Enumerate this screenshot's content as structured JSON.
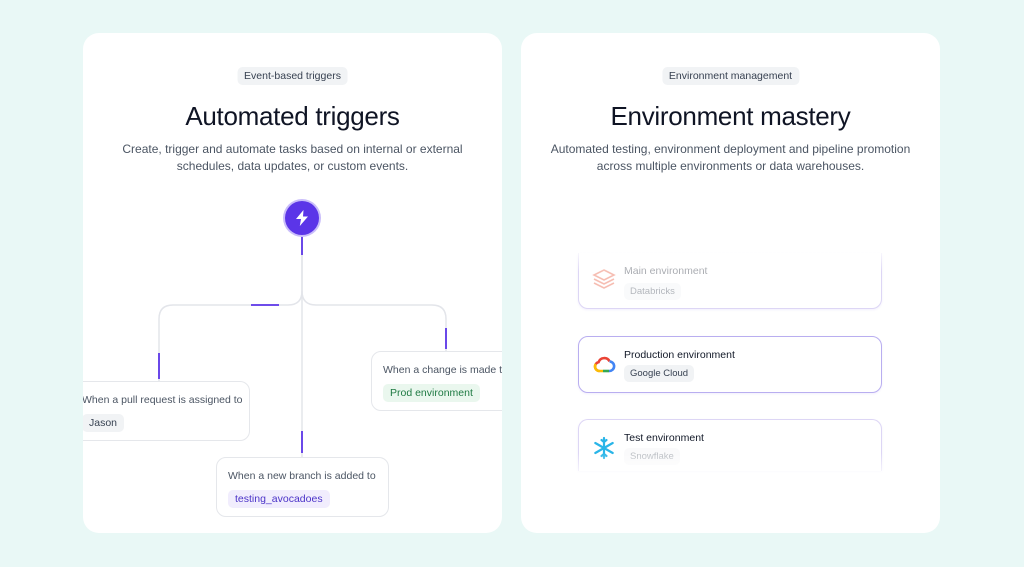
{
  "left_card": {
    "pill": "Event-based triggers",
    "title": "Automated triggers",
    "description_line1": "Create, trigger and automate tasks based on internal or external",
    "description_line2": "schedules, data updates, or custom events.",
    "trigger_icon": "lightning-bolt-icon",
    "nodes": {
      "pull_request": {
        "label": "When a pull request is assigned to",
        "tag": "Jason"
      },
      "change": {
        "label": "When a change is made to",
        "tag": "Prod environment"
      },
      "branch": {
        "label": "When a new branch is added to",
        "tag": "testing_avocadoes"
      }
    }
  },
  "right_card": {
    "pill": "Environment management",
    "title": "Environment mastery",
    "description_line1": "Automated testing, environment deployment and pipeline promotion",
    "description_line2": "across multiple environments or data warehouses.",
    "environments": [
      {
        "name": "Main environment",
        "tag": "Databricks",
        "icon": "databricks-icon"
      },
      {
        "name": "Production environment",
        "tag": "Google Cloud",
        "icon": "google-cloud-icon"
      },
      {
        "name": "Test environment",
        "tag": "Snowflake",
        "icon": "snowflake-icon"
      }
    ]
  },
  "colors": {
    "background": "#e9f8f6",
    "accent": "#5b35e8",
    "green_tag": "#1f7a43",
    "purple_tag": "#4b33c8"
  }
}
